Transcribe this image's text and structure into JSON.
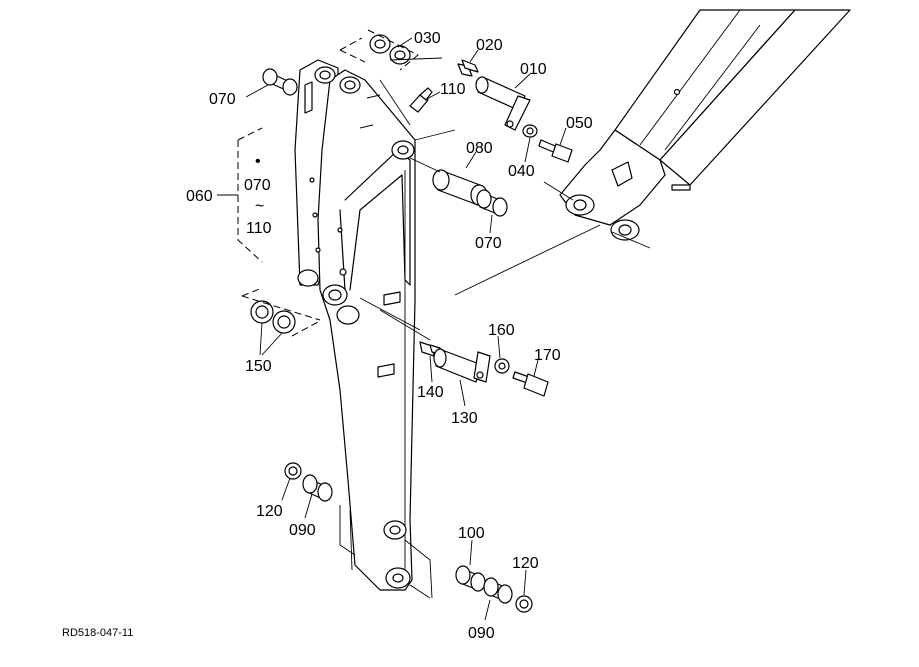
{
  "diagram": {
    "doc_reference": "RD518-047-11",
    "callouts": {
      "c030": "030",
      "c020": "020",
      "c010": "010",
      "c110a": "110",
      "c070a": "070",
      "c050": "050",
      "c080": "080",
      "c040": "040",
      "c060": "060",
      "c070b": "070",
      "c070c": "070",
      "c110b": "110",
      "c160": "160",
      "c170": "170",
      "c150": "150",
      "c140": "140",
      "c130": "130",
      "c120a": "120",
      "c090a": "090",
      "c100": "100",
      "c120b": "120",
      "c090b": "090"
    },
    "range_marks": {
      "dot": "•",
      "tilde": "~"
    }
  }
}
